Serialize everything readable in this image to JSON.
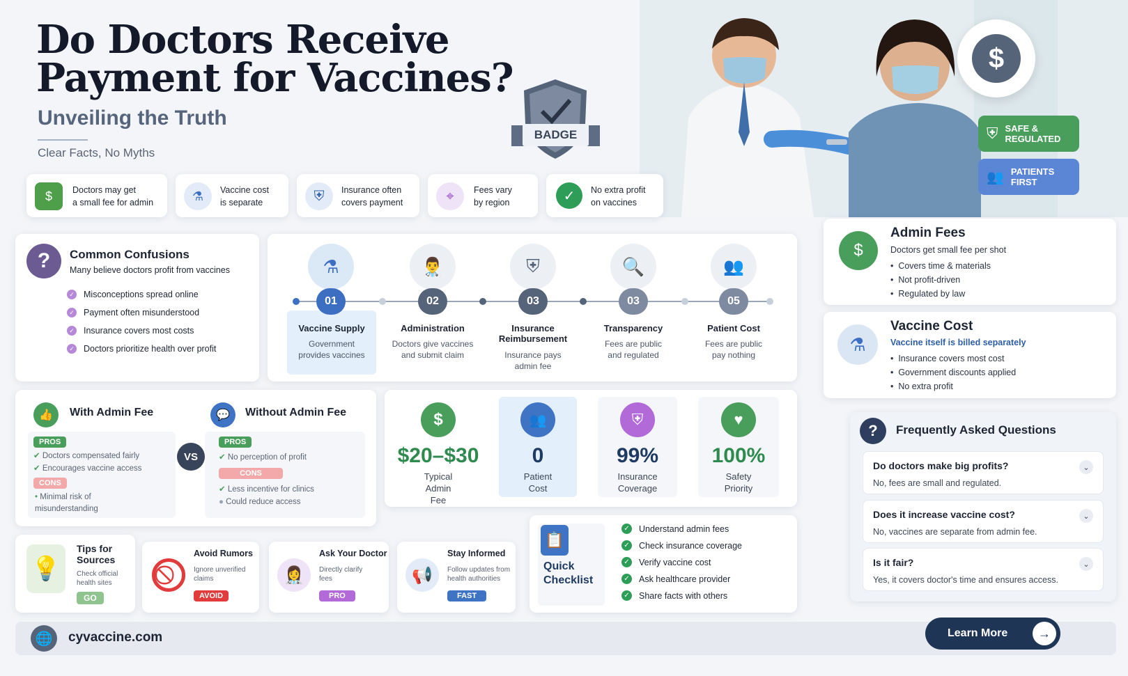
{
  "header": {
    "title_line1": "Do Doctors Receive",
    "title_line2": "Payment for Vaccines?",
    "subtitle": "Unveiling the Truth",
    "tagline": "Clear Facts, No Myths",
    "badge_label": "BADGE"
  },
  "hero": {
    "tag_safe": "SAFE & REGULATED",
    "tag_patients": "PATIENTS FIRST"
  },
  "facts": [
    {
      "line1": "Doctors may get",
      "line2": "a small fee for admin",
      "icon": "money-icon"
    },
    {
      "line1": "Vaccine cost",
      "line2": "is separate",
      "icon": "vial-icon"
    },
    {
      "line1": "Insurance often",
      "line2": "covers payment",
      "icon": "shield-icon"
    },
    {
      "line1": "Fees vary",
      "line2": "by region",
      "icon": "location-pin-icon"
    },
    {
      "line1": "No extra profit",
      "line2": "on vaccines",
      "icon": "check-circle-icon"
    }
  ],
  "confusions": {
    "title": "Common Confusions",
    "subtitle": "Many believe doctors profit from vaccines",
    "items": [
      "Misconceptions spread online",
      "Payment often misunderstood",
      "Insurance covers most costs",
      "Doctors prioritize health over profit"
    ]
  },
  "steps": [
    {
      "num": "01",
      "title": "Vaccine Supply",
      "desc": "Government provides vaccines"
    },
    {
      "num": "02",
      "title": "Administration",
      "desc": "Doctors give vaccines and submit claim"
    },
    {
      "num": "03",
      "title": "Insurance Reimbursement",
      "desc": "Insurance pays admin fee"
    },
    {
      "num": "03",
      "title": "Transparency",
      "desc": "Fees are public and regulated"
    },
    {
      "num": "05",
      "title": "Patient Cost",
      "desc": "Fees are public pay nothing"
    }
  ],
  "admin_fees": {
    "title": "Admin Fees",
    "subtitle": "Doctors get small fee per shot",
    "items": [
      "Covers time & materials",
      "Not profit-driven",
      "Regulated by law"
    ]
  },
  "vaccine_cost": {
    "title": "Vaccine Cost",
    "subtitle": "Vaccine itself is billed separately",
    "items": [
      "Insurance covers most cost",
      "Government discounts applied",
      "No extra profit"
    ]
  },
  "compare": {
    "with": {
      "title": "With Admin Fee",
      "pros_label": "PROS",
      "pros": [
        "Doctors compensated fairly",
        "Encourages vaccine access"
      ],
      "cons_label": "CONS",
      "cons": [
        "Minimal risk of misunderstanding"
      ]
    },
    "vs": "VS",
    "without": {
      "title": "Without Admin Fee",
      "pros_label": "PROS",
      "pros": [
        "No perception of profit"
      ],
      "cons_label": "CONS",
      "cons": [
        "Less incentive for clinics",
        "Could reduce access"
      ]
    }
  },
  "stats": [
    {
      "value": "$20–$30",
      "label": "Typical Admin Fee",
      "color": "#2e8a4e"
    },
    {
      "value": "0",
      "label": "Patient Cost",
      "color": "#1f3b63"
    },
    {
      "value": "99%",
      "label": "Insurance Coverage",
      "color": "#1f3b63"
    },
    {
      "value": "100%",
      "label": "Safety Priority",
      "color": "#2e8a4e"
    }
  ],
  "faq": {
    "title": "Frequently Asked Questions",
    "items": [
      {
        "q": "Do doctors make big profits?",
        "a": "No, fees are small and regulated."
      },
      {
        "q": "Does it increase vaccine cost?",
        "a": "No, vaccines are separate from admin fee."
      },
      {
        "q": "Is it fair?",
        "a": "Yes, it covers doctor's time and ensures access."
      }
    ]
  },
  "tips": {
    "title": "Tips for Sources",
    "desc": "Check official health sites",
    "badge": "GO"
  },
  "tip_cards": [
    {
      "title": "Avoid Rumors",
      "desc": "Ignore unverified claims",
      "badge": "AVOID",
      "badge_color": "#e23b3b"
    },
    {
      "title": "Ask Your Doctor",
      "desc": "Directly clarify fees",
      "badge": "PRO",
      "badge_color": "#b16ad8"
    },
    {
      "title": "Stay Informed",
      "desc": "Follow updates from health authorities",
      "badge": "FAST",
      "badge_color": "#3f74c4"
    }
  ],
  "checklist": {
    "title": "Quick Checklist",
    "items": [
      "Understand admin fees",
      "Check insurance coverage",
      "Verify vaccine cost",
      "Ask healthcare provider",
      "Share facts with others"
    ]
  },
  "footer": {
    "site": "cyvaccine.com",
    "cta": "Learn More"
  }
}
